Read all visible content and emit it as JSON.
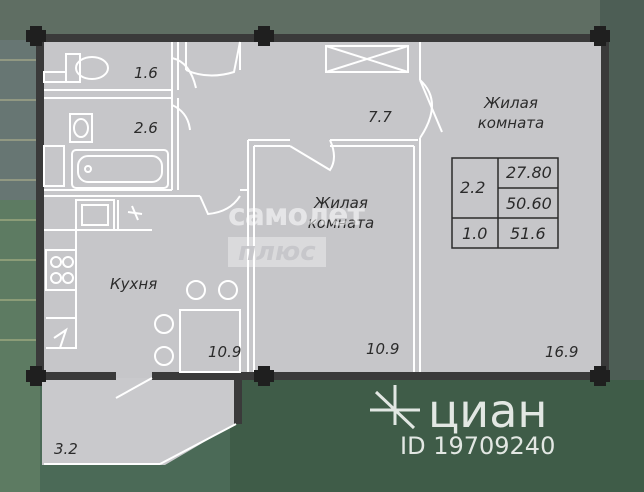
{
  "rooms": {
    "living_room_1": {
      "name_line1": "Жилая",
      "name_line2": "комната",
      "area": "16.9"
    },
    "living_room_2": {
      "name_line1": "Жилая",
      "name_line2": "комната",
      "area": "10.9"
    },
    "kitchen": {
      "name": "Кухня",
      "area": "10.9"
    },
    "hallway": {
      "area": "7.7"
    },
    "toilet": {
      "area": "1.6"
    },
    "bathroom": {
      "area": "2.6"
    },
    "balcony": {
      "area": "3.2"
    }
  },
  "summary": {
    "rooms_count": "2.2",
    "ceiling": "1.0",
    "living_area": "27.80",
    "total_area": "50.60",
    "total_with_balcony": "51.6"
  },
  "watermarks": {
    "samolet_line1": "самолет",
    "samolet_line2": "плюс",
    "cian_brand": "циан",
    "cian_id": "ID 19709240"
  },
  "colors": {
    "floor": "#c6c6c9",
    "wall": "#3a3a3a",
    "lines": "#ffffff",
    "background": "#3f5a4a"
  }
}
